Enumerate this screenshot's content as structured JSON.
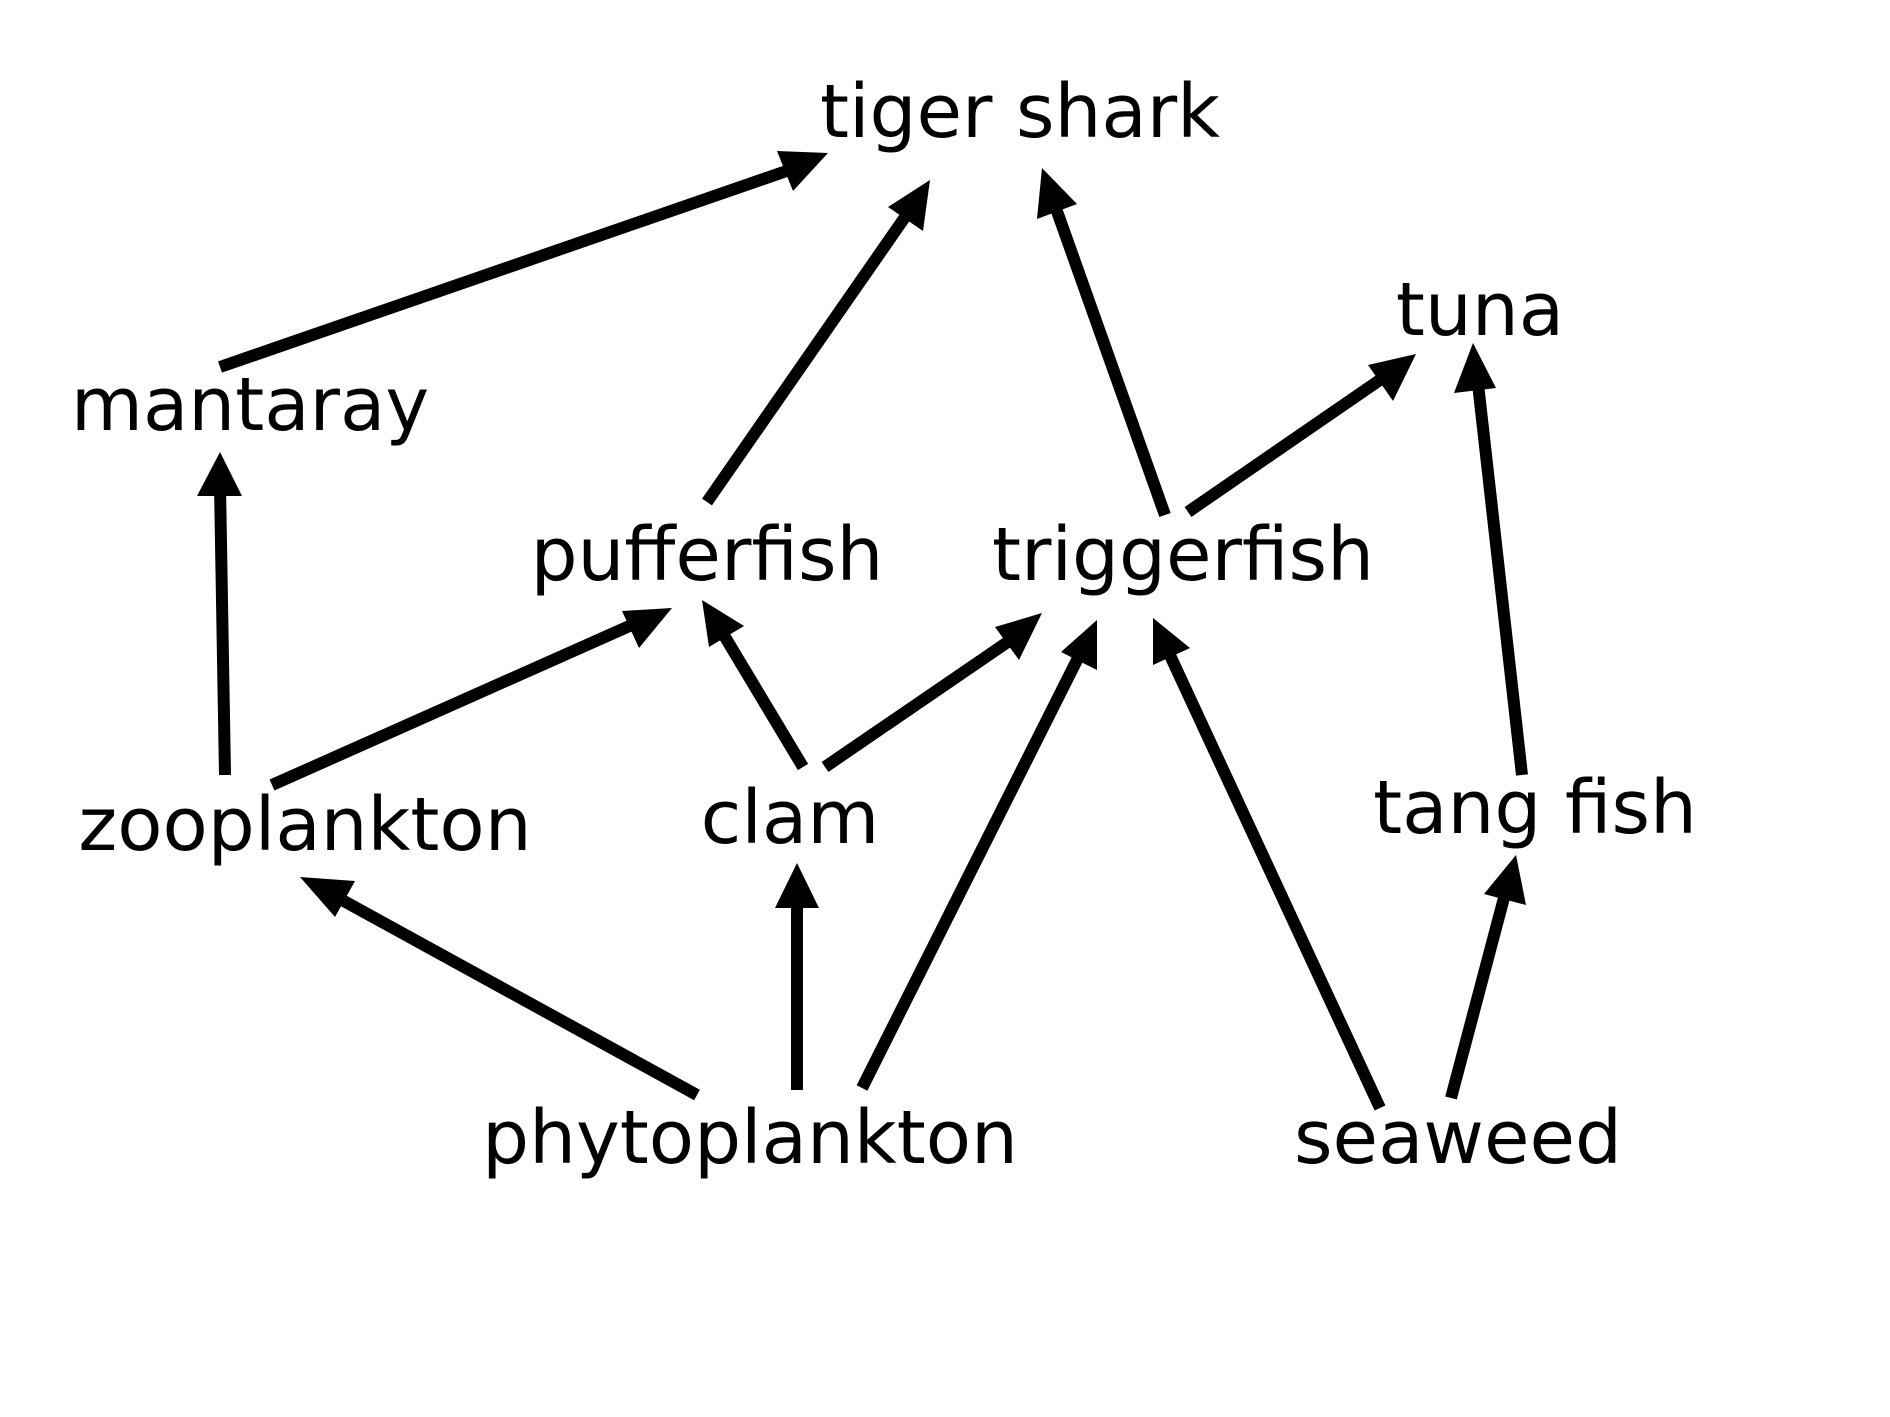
{
  "nodes": {
    "tiger_shark": "tiger shark",
    "tuna": "tuna",
    "mantaray": "mantaray",
    "pufferfish": "pufferfish",
    "triggerfish": "triggerfish",
    "zooplankton": "zooplankton",
    "clam": "clam",
    "tang_fish": "tang fish",
    "phytoplankton": "phytoplankton",
    "seaweed": "seaweed"
  },
  "edges": [
    {
      "from": "mantaray",
      "to": "tiger shark"
    },
    {
      "from": "pufferfish",
      "to": "tiger shark"
    },
    {
      "from": "triggerfish",
      "to": "tiger shark"
    },
    {
      "from": "triggerfish",
      "to": "tuna"
    },
    {
      "from": "tang fish",
      "to": "tuna"
    },
    {
      "from": "zooplankton",
      "to": "mantaray"
    },
    {
      "from": "zooplankton",
      "to": "pufferfish"
    },
    {
      "from": "clam",
      "to": "pufferfish"
    },
    {
      "from": "clam",
      "to": "triggerfish"
    },
    {
      "from": "phytoplankton",
      "to": "triggerfish"
    },
    {
      "from": "seaweed",
      "to": "triggerfish"
    },
    {
      "from": "phytoplankton",
      "to": "zooplankton"
    },
    {
      "from": "phytoplankton",
      "to": "clam"
    },
    {
      "from": "seaweed",
      "to": "tang fish"
    }
  ],
  "colors": {
    "ink": "#000000",
    "background": "#ffffff"
  }
}
